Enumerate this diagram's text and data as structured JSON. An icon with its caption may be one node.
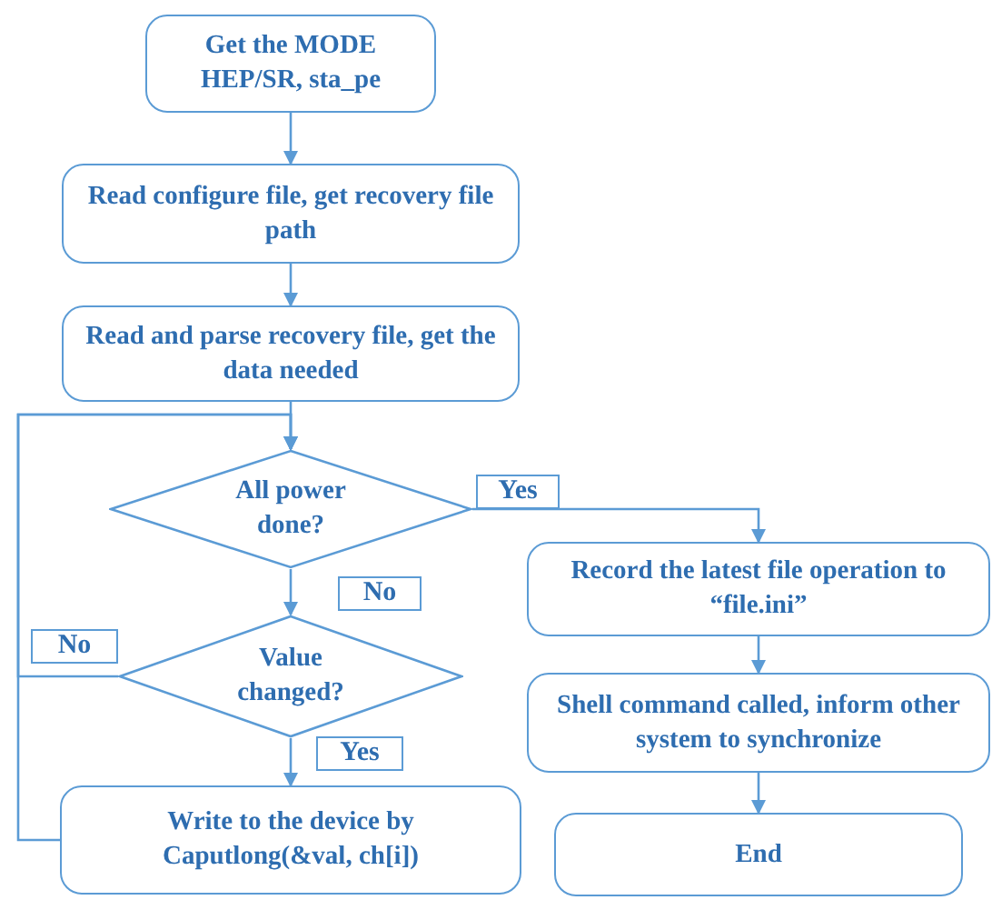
{
  "diagram": {
    "nodes": [
      {
        "text": [
          "Get the MODE HEP/SR, sta_pe"
        ]
      },
      {
        "text": [
          "Read configure file, get recovery file path"
        ]
      },
      {
        "text": [
          "Read and parse recovery file, get the data needed"
        ]
      },
      {
        "text": [
          "All power done?"
        ]
      },
      {
        "text": [
          "Value changed?"
        ]
      },
      {
        "text": [
          "Write to the device by Caputlong(&val, ch[i])"
        ]
      },
      {
        "text": [
          "Record the latest file operation to “file.ini”"
        ]
      },
      {
        "text": [
          "Shell command called, inform other system to synchronize"
        ]
      },
      {
        "text": [
          "End"
        ]
      }
    ],
    "edges": [
      {
        "from": 0,
        "to": 1,
        "arrow": "to"
      },
      {
        "from": 1,
        "to": 2,
        "arrow": "to"
      },
      {
        "from": 2,
        "to": 3,
        "arrow": "to"
      },
      {
        "from": 3,
        "to": 4,
        "arrow": "to",
        "label": "No"
      },
      {
        "from": 4,
        "to": 5,
        "arrow": "to",
        "label": "Yes"
      },
      {
        "from": 3,
        "to": 6,
        "arrow": "to",
        "label": "Yes"
      },
      {
        "from": 4,
        "to": 3,
        "arrow": "to",
        "label": "No"
      },
      {
        "from": 5,
        "to": 3,
        "arrow": "to"
      },
      {
        "from": 6,
        "to": 7,
        "arrow": "to"
      },
      {
        "from": 7,
        "to": 8,
        "arrow": "to"
      }
    ]
  }
}
